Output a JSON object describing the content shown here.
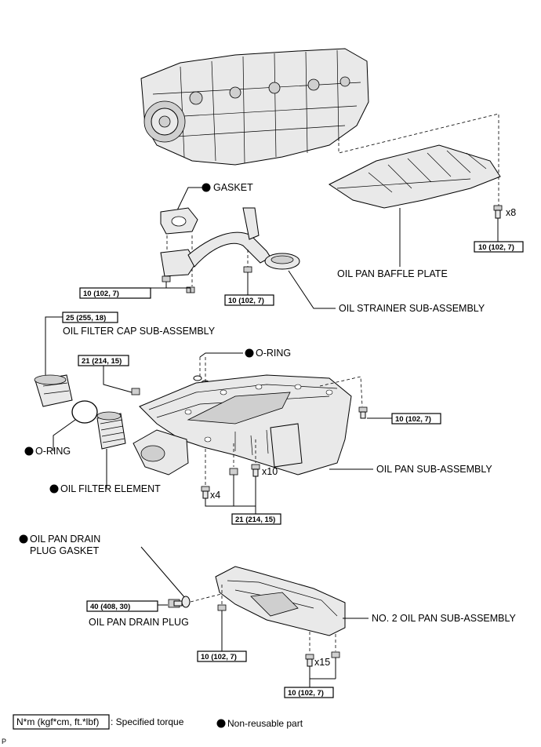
{
  "labels": {
    "gasket": "GASKET",
    "oil_pan_baffle_plate": "OIL PAN BAFFLE PLATE",
    "oil_strainer_sub_assembly": "OIL STRAINER SUB-ASSEMBLY",
    "oil_filter_cap_sub_assembly": "OIL FILTER CAP SUB-ASSEMBLY",
    "o_ring_pan": "O-RING",
    "o_ring_filter": "O-RING",
    "oil_filter_element": "OIL FILTER ELEMENT",
    "oil_pan_sub_assembly": "OIL PAN SUB-ASSEMBLY",
    "oil_pan_drain_plug_gasket_line1": "OIL PAN DRAIN",
    "oil_pan_drain_plug_gasket_line2": "PLUG GASKET",
    "oil_pan_drain_plug": "OIL PAN DRAIN PLUG",
    "no2_oil_pan_sub_assembly": "NO. 2 OIL PAN SUB-ASSEMBLY"
  },
  "torques": {
    "baffle_bolts": "10 (102, 7)",
    "gasket_bolts": "10 (102, 7)",
    "strainer_nut": "10 (102, 7)",
    "filter_cap": "25 (255, 18)",
    "pan_stud_left": "21 (214, 15)",
    "pan_bolt_right": "10 (102, 7)",
    "pan_bolts_bottom": "21 (214, 15)",
    "drain_plug": "40 (408, 30)",
    "no2_pan_nut": "10 (102, 7)",
    "no2_pan_bolts": "10 (102, 7)"
  },
  "counts": {
    "baffle_bolts": "x8",
    "pan_bolts_x10": "x10",
    "pan_bolts_x4": "x4",
    "no2_pan_bolts": "x15"
  },
  "legend": {
    "torque_unit": "N*m (kgf*cm, ft.*lbf)",
    "torque_text": ": Specified torque",
    "nonreusable_text": "Non-reusable part"
  },
  "corner_code": "P"
}
